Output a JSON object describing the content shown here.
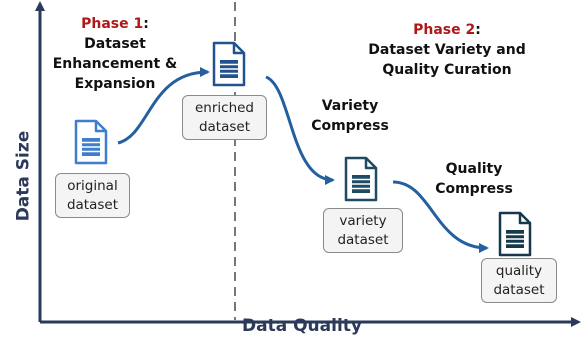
{
  "axes": {
    "x_label": "Data Quality",
    "y_label": "Data Size"
  },
  "phase1": {
    "tag": "Phase 1",
    "colon": ":",
    "title_lines": [
      "Dataset",
      "Enhancement &",
      "Expansion"
    ]
  },
  "phase2": {
    "tag": "Phase 2",
    "colon": ":",
    "title_lines": [
      "Dataset Variety and",
      "Quality Curation"
    ]
  },
  "steps": [
    {
      "lines": [
        "Variety",
        "Compress"
      ]
    },
    {
      "lines": [
        "Quality",
        "Compress"
      ]
    }
  ],
  "datasets": [
    {
      "lines": [
        "original",
        "dataset"
      ],
      "icon": "document-icon",
      "color": "#3d7fce"
    },
    {
      "lines": [
        "enriched",
        "dataset"
      ],
      "icon": "document-icon",
      "color": "#22528e"
    },
    {
      "lines": [
        "variety",
        "dataset"
      ],
      "icon": "document-icon",
      "color": "#1f4a63"
    },
    {
      "lines": [
        "quality",
        "dataset"
      ],
      "icon": "document-icon",
      "color": "#17384c"
    }
  ],
  "colors": {
    "axis": "#2b3a5a",
    "arrow": "#245fa0",
    "phase_highlight": "#b01818",
    "divider": "#777777"
  }
}
